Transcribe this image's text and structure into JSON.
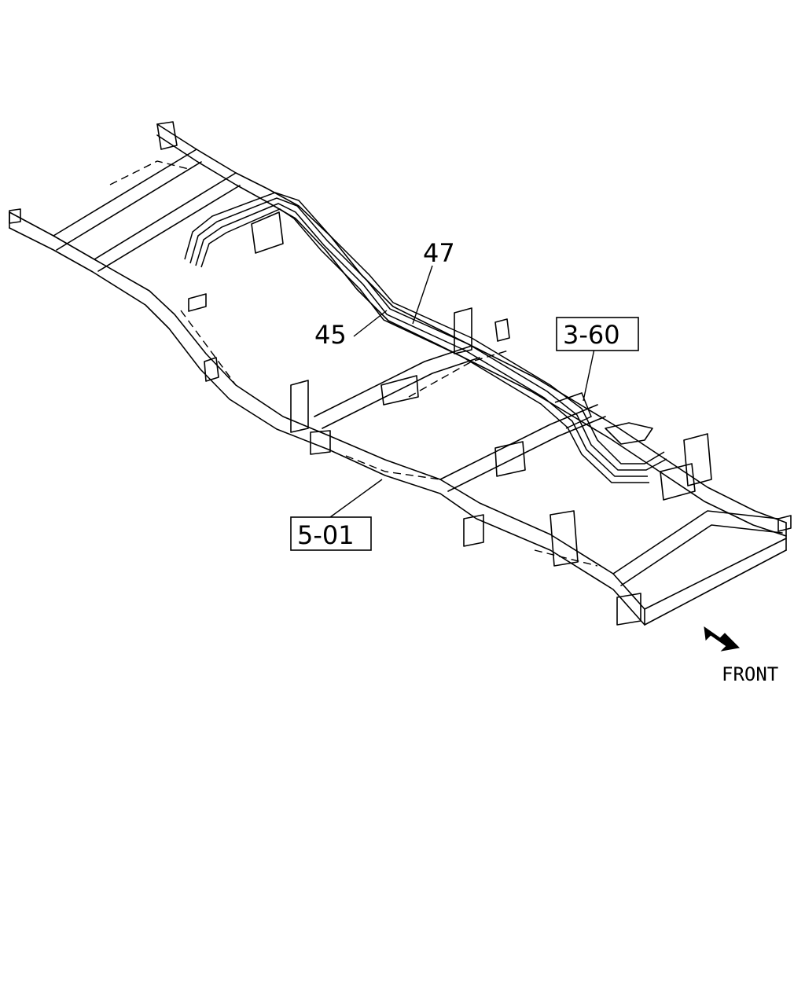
{
  "callouts": {
    "part_47": "47",
    "part_45": "45",
    "ref_3_60": "3-60",
    "ref_5_01": "5-01"
  },
  "direction": {
    "label": "FRONT",
    "icon": "arrow-icon"
  }
}
